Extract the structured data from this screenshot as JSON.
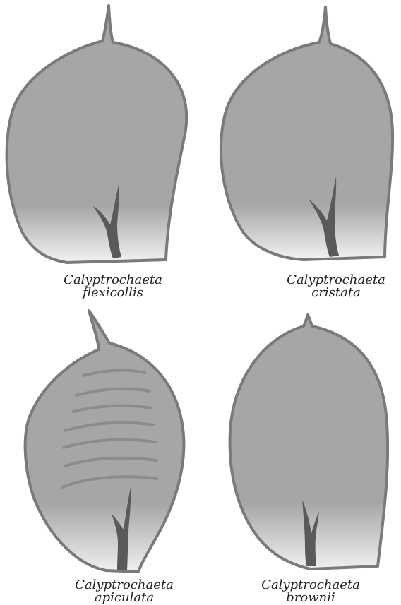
{
  "figures": [
    {
      "genus": "Calyptrochaeta",
      "species": "flexicollis"
    },
    {
      "genus": "Calyptrochaeta",
      "species": "cristata"
    },
    {
      "genus": "Calyptrochaeta",
      "species": "apiculata"
    },
    {
      "genus": "Calyptrochaeta",
      "species": "brownii"
    }
  ],
  "colors": {
    "leaf_fill": "#a6a6a6",
    "leaf_border": "#7a7a7a",
    "costa": "#5a5a5a",
    "base_fade": "#f2f2f2",
    "undulation": "#8c8c8c"
  }
}
